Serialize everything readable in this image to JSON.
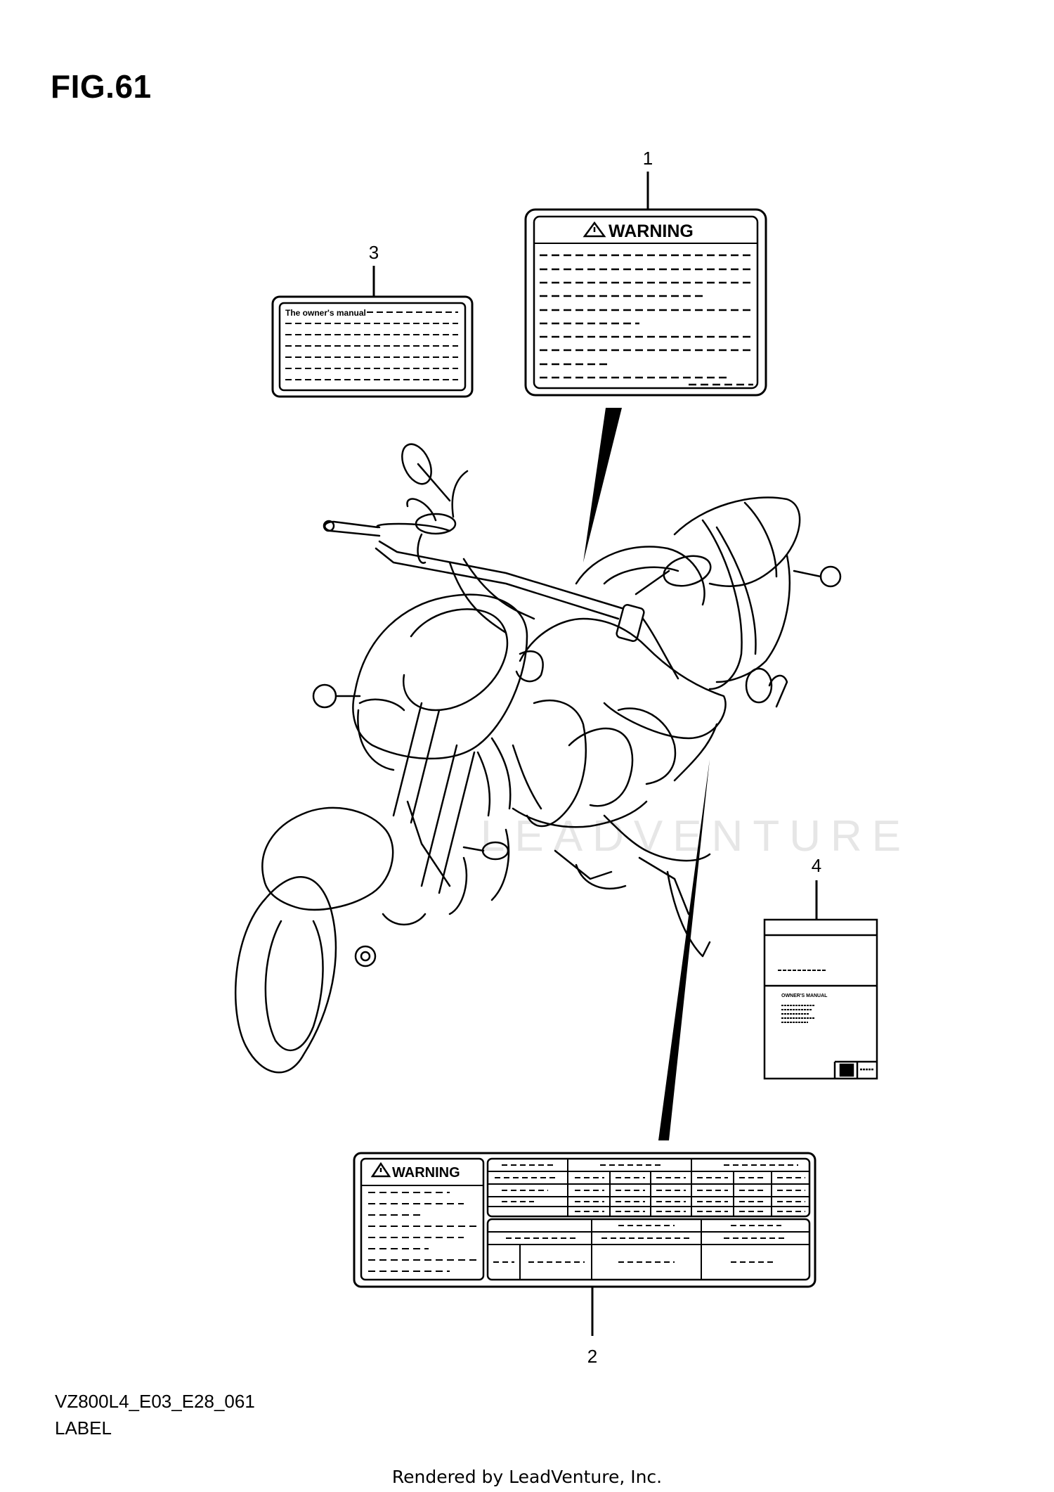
{
  "figure": {
    "title": "FIG.61"
  },
  "callouts": [
    {
      "number": "1",
      "part": "warning-label-top"
    },
    {
      "number": "2",
      "part": "information-label"
    },
    {
      "number": "3",
      "part": "owners-manual-label"
    },
    {
      "number": "4",
      "part": "owners-manual-booklet"
    }
  ],
  "labels": {
    "warning_text": "WARNING",
    "owners_manual_text": "The owner's manual",
    "booklet_text": "OWNER'S MANUAL"
  },
  "footer": {
    "model_code": "VZ800L4_E03_E28_061",
    "section_name": "LABEL",
    "rendered_by": "Rendered by LeadVenture, Inc."
  },
  "watermark": "LEADVENTURE",
  "colors": {
    "ink": "#000000",
    "paper": "#ffffff",
    "watermark": "#e6e6e6"
  }
}
